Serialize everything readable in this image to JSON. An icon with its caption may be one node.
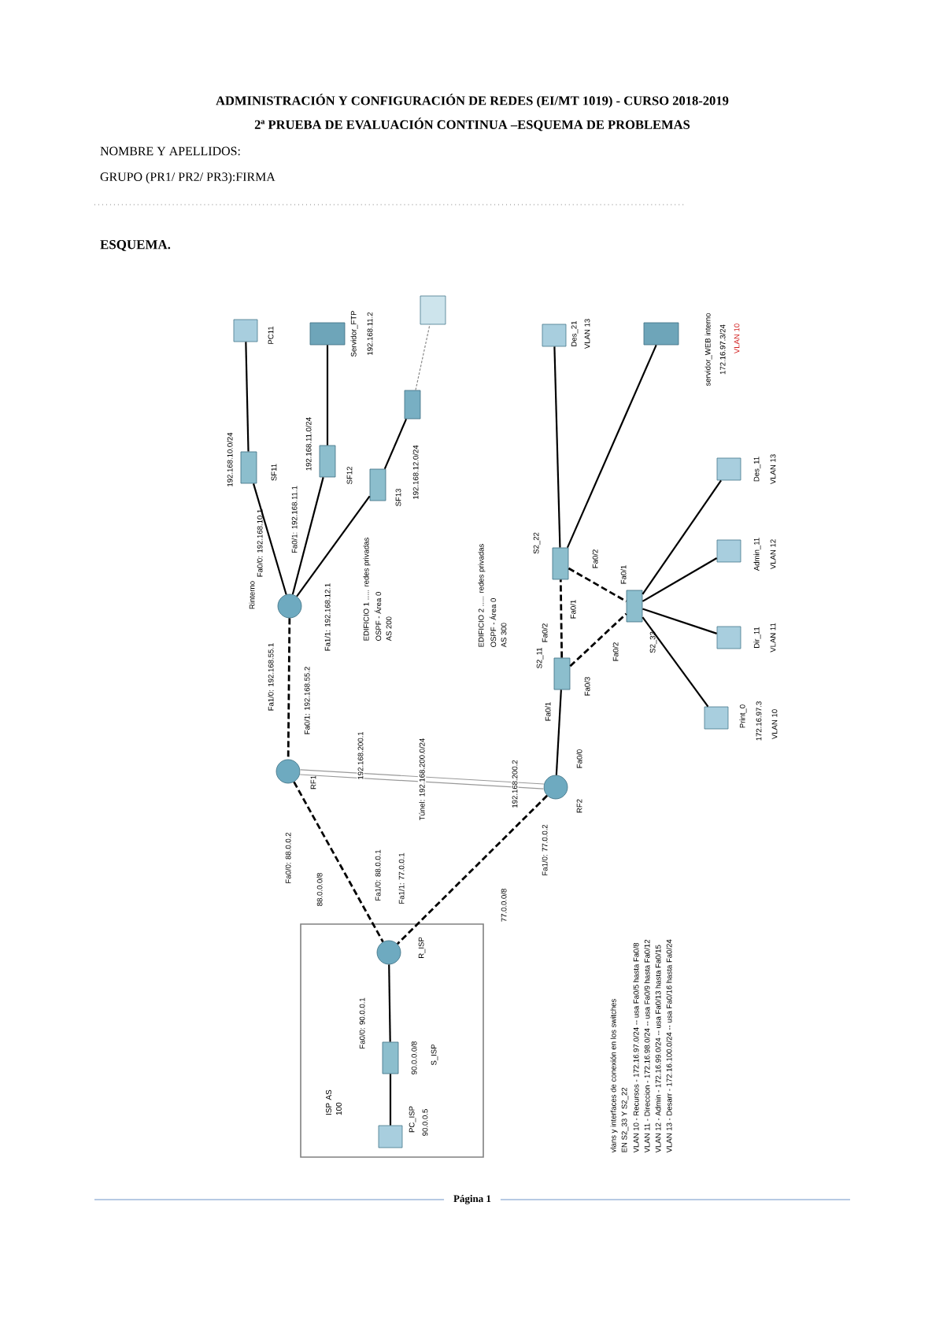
{
  "diagram": {
    "title": "ADMINISTRACIÓN Y CONFIGURACIÓN DE REDES (EI/MT 1019) - CURSO 2018-2019",
    "nodes": [
      {
        "text": [
          "PC11"
        ]
      },
      {
        "text": [
          "Servidor_FTP"
        ],
        "beside": [
          "192.168.11.2"
        ]
      },
      {
        "text": [],
        "shape": "laptop"
      },
      {
        "text": [],
        "shape": "box"
      },
      {
        "text": [
          "SF11"
        ]
      },
      {
        "text": [
          "SF12"
        ]
      },
      {
        "text": [
          "SF13"
        ]
      },
      {
        "text": [
          "Rinterno"
        ]
      },
      {
        "text": [
          "RF1"
        ]
      },
      {
        "text": [
          "RF2"
        ]
      },
      {
        "text": [
          "S2_22"
        ]
      },
      {
        "text": [
          "S2_11"
        ]
      },
      {
        "text": [
          "S2_33"
        ]
      },
      {
        "text": [
          "Des_21"
        ],
        "beside": [
          "VLAN 13"
        ]
      },
      {
        "text": [
          "servidor_WEB interno"
        ],
        "beside": [
          "172.16.97.3/24",
          "VLAN 10"
        ]
      },
      {
        "text": [
          "Des_11"
        ],
        "beside": [
          "VLAN 13"
        ]
      },
      {
        "text": [
          "Admin_11"
        ],
        "beside": [
          "VLAN 12"
        ]
      },
      {
        "text": [
          "Dir_11"
        ],
        "beside": [
          "VLAN 11"
        ]
      },
      {
        "text": [
          "Print_0"
        ],
        "beside": [
          "172.16.97.3",
          "VLAN 10"
        ]
      },
      {
        "text": [
          "ISP AS 100"
        ]
      },
      {
        "text": [
          "R_ISP"
        ],
        "in": 19
      },
      {
        "text": [
          "S_ISP"
        ],
        "in": 19
      },
      {
        "text": [
          "PC_ISP"
        ],
        "in": 19,
        "beside": [
          "90.0.0.5"
        ]
      }
    ],
    "edges": [
      {
        "from": 0,
        "to": 4,
        "arrow": "none"
      },
      {
        "from": 4,
        "to": 7,
        "arrow": "none"
      },
      {
        "from": 1,
        "to": 5,
        "arrow": "none"
      },
      {
        "from": 5,
        "to": 7,
        "arrow": "none"
      },
      {
        "from": 6,
        "to": 7,
        "arrow": "none"
      },
      {
        "from": 6,
        "to": 3,
        "arrow": "none"
      },
      {
        "from": 3,
        "to": 2,
        "arrow": "none",
        "style": "dashed",
        "color": "#888888"
      },
      {
        "from": 7,
        "to": 8,
        "arrow": "none",
        "style": "dashed"
      },
      {
        "from": 8,
        "to": 9,
        "arrow": "none",
        "label": "Túnel: 192.168.200.0/24",
        "style": "thick",
        "color": "#999999"
      },
      {
        "from": 8,
        "to": 20,
        "arrow": "none",
        "style": "dashed"
      },
      {
        "from": 9,
        "to": 20,
        "arrow": "none",
        "style": "dashed"
      },
      {
        "from": 20,
        "to": 21,
        "arrow": "none"
      },
      {
        "from": 21,
        "to": 22,
        "arrow": "none"
      },
      {
        "from": 9,
        "to": 11,
        "arrow": "none"
      },
      {
        "from": 11,
        "to": 10,
        "arrow": "none",
        "style": "dashed"
      },
      {
        "from": 11,
        "to": 12,
        "arrow": "none",
        "style": "dashed"
      },
      {
        "from": 10,
        "to": 12,
        "arrow": "none",
        "style": "dashed"
      },
      {
        "from": 10,
        "to": 13,
        "arrow": "none"
      },
      {
        "from": 10,
        "to": 14,
        "arrow": "none"
      },
      {
        "from": 12,
        "to": 15,
        "arrow": "none"
      },
      {
        "from": 12,
        "to": 16,
        "arrow": "none"
      },
      {
        "from": 12,
        "to": 17,
        "arrow": "none"
      },
      {
        "from": 12,
        "to": 18,
        "arrow": "none"
      }
    ],
    "labels": [
      "2ª PRUEBA DE EVALUACIÓN CONTINUA –ESQUEMA DE PROBLEMAS",
      "NOMBRE Y APELLIDOS:",
      "GRUPO (PR1/ PR2/ PR3):FIRMA",
      "ESQUEMA.",
      "192.168.10.0/24",
      "Fa0/0: 192.168.10.1",
      "Fa0/1: 192.168.11.1",
      "192.168.11.0/24",
      "Fa1/1: 192.168.12.1",
      "192.168.12.0/24",
      "EDIFICIO 1 ..... redes privadas",
      "OSPF - Área 0",
      "AS 200",
      "Fa1/0: 192.168.55.1",
      "Fa0/1: 192.168.55.2",
      "192.168.200.1",
      "192.168.200.2",
      "Fa0/0: 88.0.0.2",
      "88.0.0.0/8",
      "Fa1/0: 88.0.0.1",
      "Fa1/1: 77.0.0.1",
      "77.0.0.0/8",
      "Fa1/0: 77.0.0.2",
      "Fa0/0",
      "Fa0/1",
      "Fa0/2",
      "Fa0/1",
      "Fa0/2",
      "Fa0/1",
      "Fa0/2",
      "Fa0/3",
      "EDIFICIO 2 ..... redes privadas",
      "OSPF - Área 0",
      "AS 300",
      "Fa0/0: 90.0.0.1",
      "90.0.0.0/8",
      "vlans y interfaces de conexión en los switches",
      "EN S2_33 Y S2_22",
      "VLAN 10 - Recursos - 172.16.97.0/24 -- usa Fa0/5 hasta Fa0/8",
      "VLAN 11 - Direccion - 172.16.98.0/24 -- usa Fa0/9 hasta Fa0/12",
      "VLAN 12 - Admin - 172.16.99.0/24 -- usa Fa0/13 hasta Fa0/15",
      "VLAN 13 - Desarr - 172.16.100.0/24 -- usa Fa0/16 hasta Fa0/24",
      "Página 1"
    ]
  }
}
